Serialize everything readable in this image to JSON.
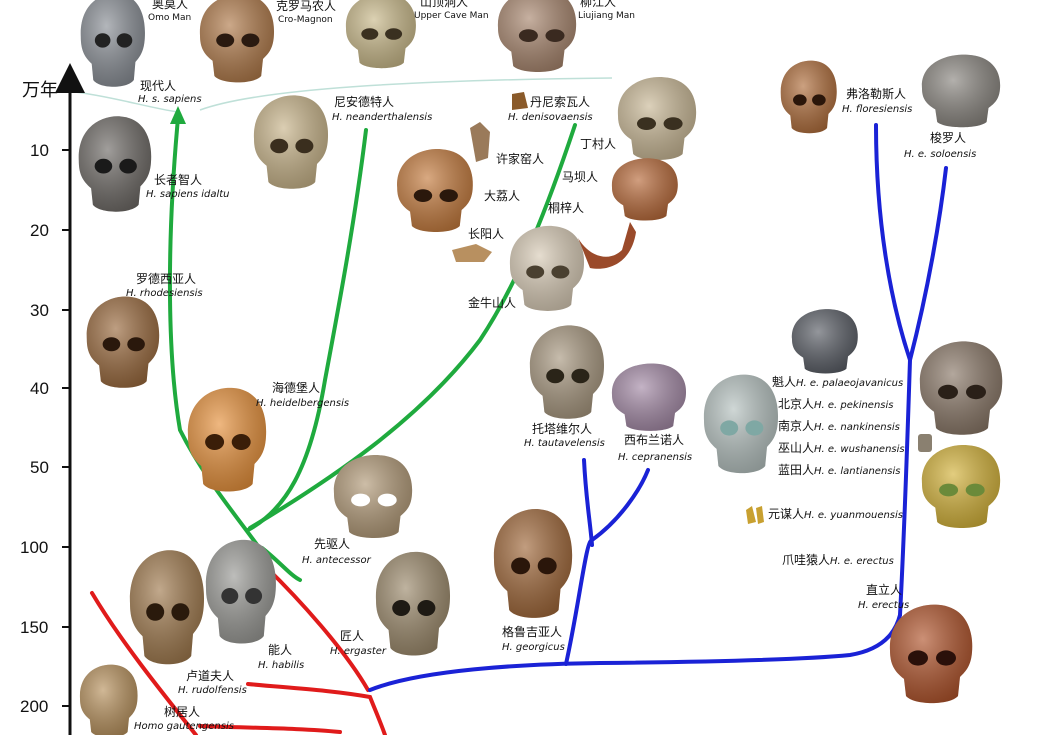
{
  "axis": {
    "unit": "万年",
    "ticks": [
      "10",
      "20",
      "30",
      "40",
      "50",
      "100",
      "150",
      "200"
    ]
  },
  "colors": {
    "green": "#1faa3e",
    "red": "#e01b1b",
    "blue": "#1a22d6",
    "faint": "#bfe0d8"
  },
  "labels": {
    "omo": "奥莫人",
    "omo_en": "Omo Man",
    "cro": "克罗马农人",
    "cro_en": "Cro-Magnon",
    "upper": "山顶洞人",
    "upper_en": "Upper Cave Man",
    "liujiang": "柳江人",
    "liujiang_en": "Liujiang Man",
    "modern": "现代人",
    "modern_sci": "H. s. sapiens",
    "idaltu": "长者智人",
    "idaltu_sci": "H. sapiens idaltu",
    "rhod": "罗德西亚人",
    "rhod_sci": "H. rhodesiensis",
    "nean": "尼安德特人",
    "nean_sci": "H. neanderthalensis",
    "deni": "丹尼索瓦人",
    "deni_sci": "H. denisovaensis",
    "xujiayao": "许家窑人",
    "dingcun": "丁村人",
    "dali": "大荔人",
    "maba": "马坝人",
    "tongzi": "桐梓人",
    "changyang": "长阳人",
    "jinniushan": "金牛山人",
    "heid": "海德堡人",
    "heid_sci": "H. heidelbergensis",
    "tautavel": "托塔维尔人",
    "tautavel_sci": "H. tautavelensis",
    "ceprano": "西布兰诺人",
    "ceprano_sci": "H. cepranensis",
    "antecessor": "先驱人",
    "antecessor_sci": "H. antecessor",
    "ergaster": "匠人",
    "ergaster_sci": "H. ergaster",
    "habilis": "能人",
    "habilis_sci": "H. habilis",
    "rudolf": "卢道夫人",
    "rudolf_sci": "H. rudolfensis",
    "gauteng": "树居人",
    "gauteng_sci": "Homo gautengensis",
    "georgicus": "格鲁吉亚人",
    "georgicus_sci": "H. georgicus",
    "flores": "弗洛勒斯人",
    "flores_sci": "H. floresiensis",
    "solo": "梭罗人",
    "solo_sci": "H. e. soloensis",
    "palaeo_zh": "魁人",
    "palaeo_sci": "H. e. palaeojavanicus",
    "peking_zh": "北京人",
    "peking_sci": "H. e. pekinensis",
    "nanking_zh": "南京人",
    "nanking_sci": "H. e. nankinensis",
    "wushan_zh": "巫山人",
    "wushan_sci": "H. e. wushanensis",
    "lantian_zh": "蓝田人",
    "lantian_sci": "H. e. lantianensis",
    "yuanmou_zh": "元谋人",
    "yuanmou_sci": "H. e. yuanmouensis",
    "java_zh": "爪哇猿人",
    "java_sci": "H. e. erectus",
    "erectus": "直立人",
    "erectus_sci": "H. erectus"
  },
  "skulls": [
    {
      "id": "omo",
      "tone": "#8a8f96"
    },
    {
      "id": "cro",
      "tone": "#b07a4a"
    },
    {
      "id": "upper",
      "tone": "#c9b98a"
    },
    {
      "id": "liujiang",
      "tone": "#a8866e"
    },
    {
      "id": "idaltu",
      "tone": "#6e6a66"
    },
    {
      "id": "rhod",
      "tone": "#9a6a3e"
    },
    {
      "id": "nean",
      "tone": "#c8b48a"
    },
    {
      "id": "deni",
      "tone": "#c9b896"
    },
    {
      "id": "dali",
      "tone": "#c47b3e"
    },
    {
      "id": "maba",
      "tone": "#b86a3a"
    },
    {
      "id": "jinniushan",
      "tone": "#d8cbb6"
    },
    {
      "id": "heid",
      "tone": "#e6913c"
    },
    {
      "id": "antecessor",
      "tone": "#b29a78"
    },
    {
      "id": "habilis1",
      "tone": "#a07a4e"
    },
    {
      "id": "habilis2",
      "tone": "#9a9a96"
    },
    {
      "id": "ergaster",
      "tone": "#9c8a6c"
    },
    {
      "id": "gauteng",
      "tone": "#b8925e"
    },
    {
      "id": "georgicus",
      "tone": "#a0683a"
    },
    {
      "id": "tautavel",
      "tone": "#a89880"
    },
    {
      "id": "ceprano",
      "tone": "#a48aa6"
    },
    {
      "id": "peking",
      "tone": "#b6c2c0"
    },
    {
      "id": "palaeo",
      "tone": "#5a5e66"
    },
    {
      "id": "flores",
      "tone": "#b06e3c"
    },
    {
      "id": "solo",
      "tone": "#8a8680"
    },
    {
      "id": "ngandong",
      "tone": "#8a7868"
    },
    {
      "id": "yuanmou_gold",
      "tone": "#d3b23a"
    },
    {
      "id": "erectus",
      "tone": "#b0542c"
    }
  ]
}
